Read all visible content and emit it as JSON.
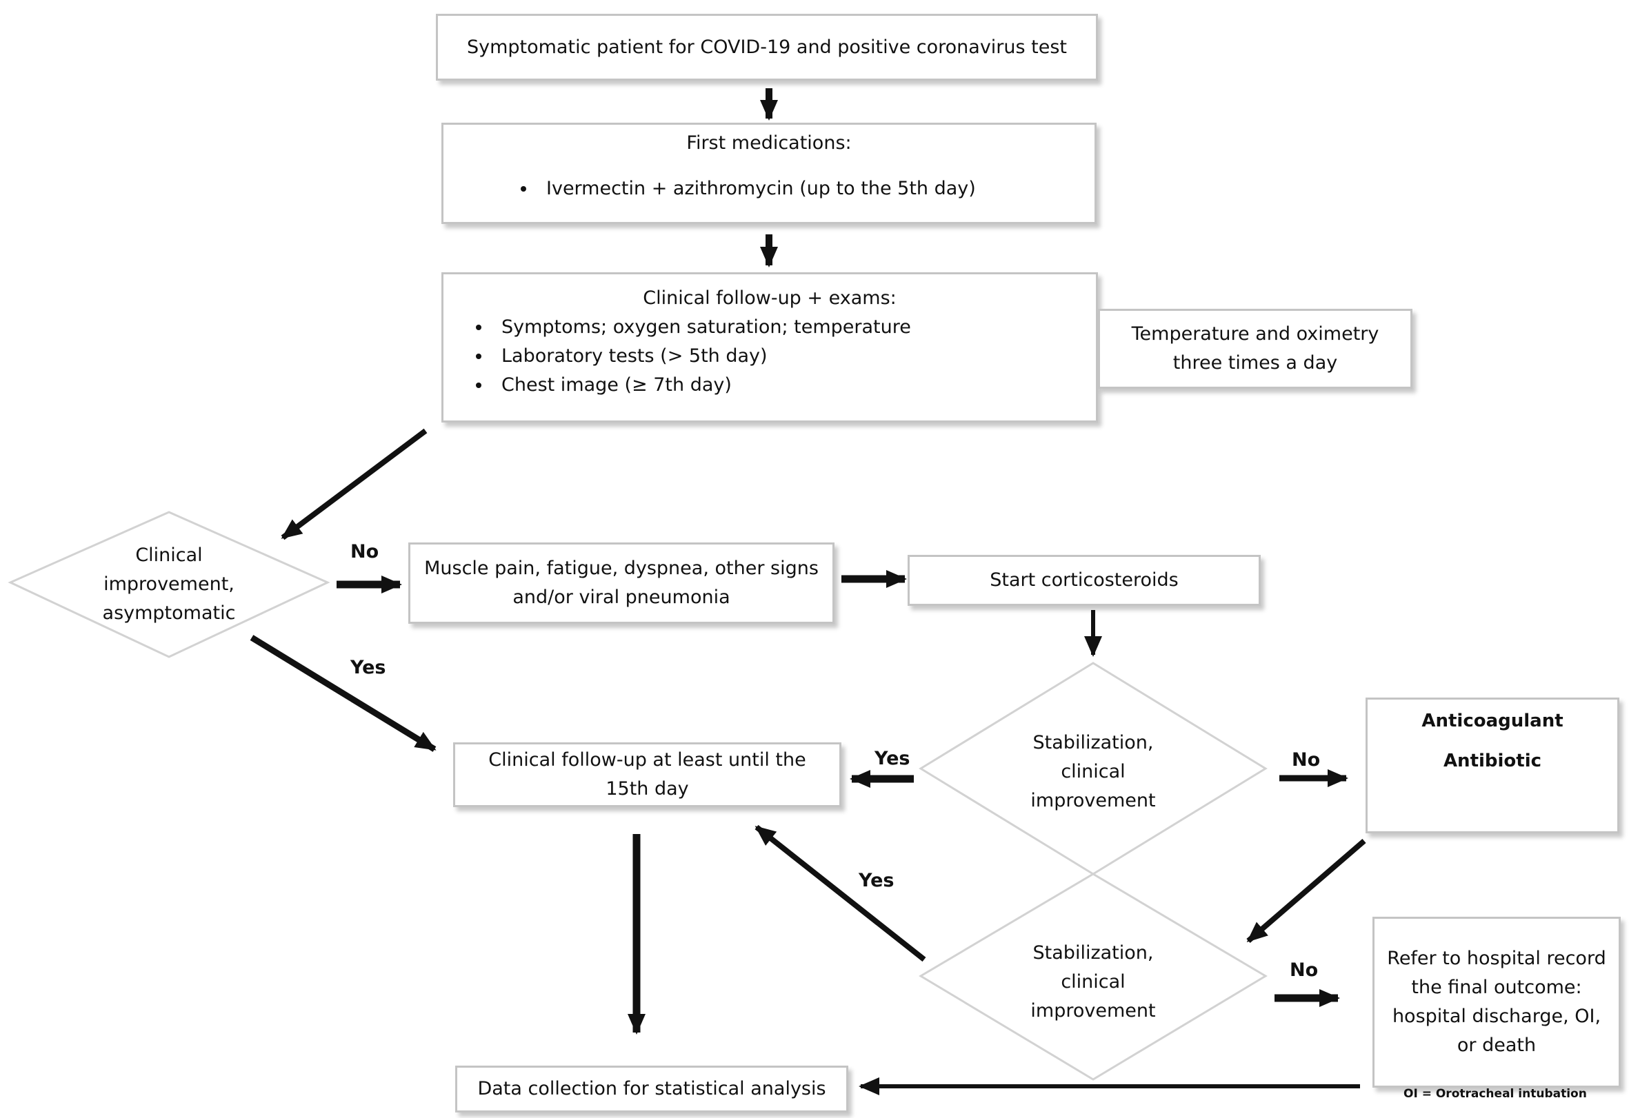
{
  "colors": {
    "stroke": "#111111",
    "box_border": "#c4c4c4",
    "diamond_border": "#d2d2d2"
  },
  "nodes": {
    "start": "Symptomatic patient for COVID-19 and positive coronavirus test",
    "first_meds": {
      "title": "First medications:",
      "items": [
        "Ivermectin + azithromycin (up to the 5th day)"
      ]
    },
    "followup_exams": {
      "title": "Clinical follow-up + exams:",
      "items": [
        "Symptoms; oxygen saturation; temperature",
        "Laboratory tests (> 5th day)",
        "Chest image (≥ 7th day)"
      ]
    },
    "temp_oximetry": "Temperature and oximetry three times a day",
    "decision_improvement": "Clinical improvement, asymptomatic",
    "symptoms": "Muscle pain, fatigue, dyspnea, other signs and/or viral pneumonia",
    "corticosteroids": "Start corticosteroids",
    "decision_stabilization_1": "Stabilization, clinical improvement",
    "anticoag": {
      "line1": "Anticoagulant",
      "line2": "Antibiotic"
    },
    "followup_15": "Clinical follow-up at least until the 15th day",
    "decision_stabilization_2": "Stabilization, clinical improvement",
    "refer_hospital": "Refer to hospital record the final outcome: hospital discharge, OI, or death",
    "data_collection": "Data collection for statistical analysis"
  },
  "labels": {
    "no_1": "No",
    "yes_1": "Yes",
    "yes_2": "Yes",
    "no_2": "No",
    "yes_3": "Yes",
    "no_3": "No"
  },
  "footnote": "OI = Orotracheal intubation"
}
